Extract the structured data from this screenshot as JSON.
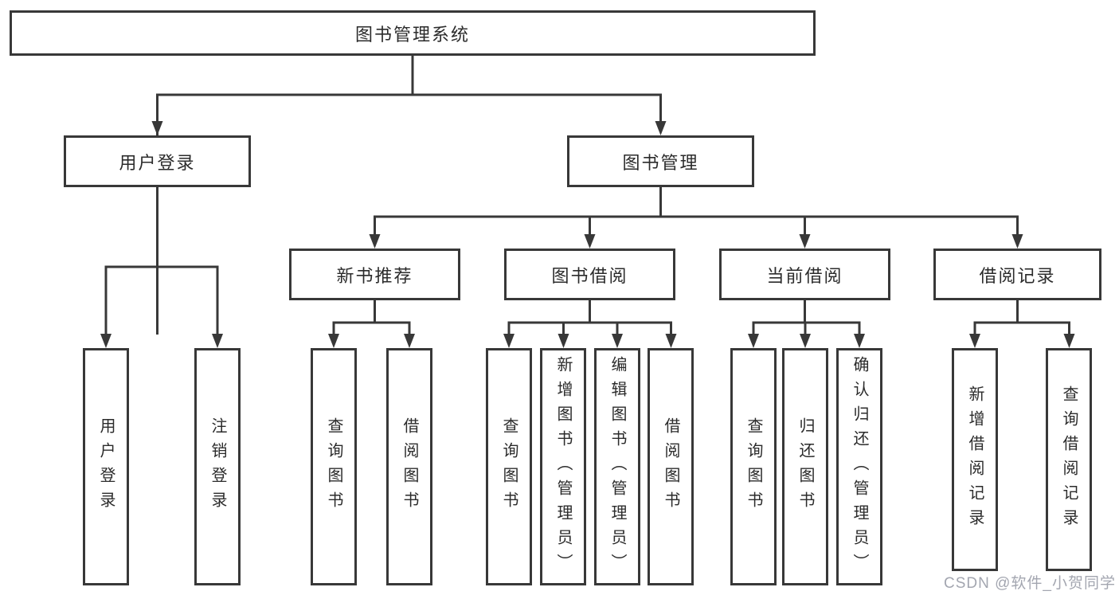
{
  "diagram": {
    "title_node": {
      "label": "图书管理系统"
    },
    "level2": {
      "user_login": {
        "label": "用户登录"
      },
      "book_mgmt": {
        "label": "图书管理"
      }
    },
    "level3": {
      "new_book_rec": {
        "label": "新书推荐"
      },
      "book_borrow": {
        "label": "图书借阅"
      },
      "current_borrow": {
        "label": "当前借阅"
      },
      "borrow_records": {
        "label": "借阅记录"
      }
    },
    "leaves": {
      "user_login": {
        "label": "用户登录"
      },
      "logout": {
        "label": "注销登录"
      },
      "query_book_1": {
        "label": "查询图书"
      },
      "borrow_book_1": {
        "label": "借阅图书"
      },
      "query_book_2": {
        "label": "查询图书"
      },
      "add_book": {
        "label": "新增图书（管理员）"
      },
      "edit_book": {
        "label": "编辑图书（管理员）"
      },
      "borrow_book_2": {
        "label": "借阅图书"
      },
      "query_book_3": {
        "label": "查询图书"
      },
      "return_book": {
        "label": "归还图书"
      },
      "confirm_return": {
        "label": "确认归还（管理员）"
      },
      "add_borrow_record": {
        "label": "新增借阅记录"
      },
      "query_borrow_record": {
        "label": "查询借阅记录"
      }
    },
    "watermark": {
      "text": "CSDN @软件_小贺同学"
    },
    "colors": {
      "line": "#383838",
      "box_border": "#383838",
      "text": "#2b2b2b",
      "watermark": "#a3a6b0",
      "background": "#ffffff"
    }
  }
}
